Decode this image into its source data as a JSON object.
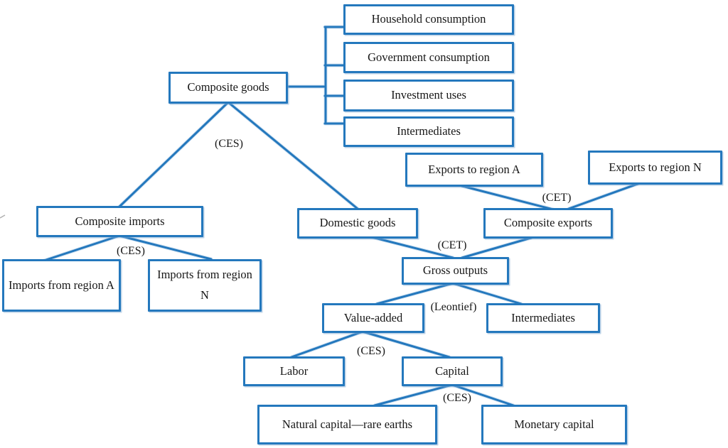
{
  "figure": {
    "type": "nesting-structure tree diagram",
    "background_color": "#ffffff",
    "accent_color": "#2478bd",
    "text_color": "#171717"
  },
  "nodes": {
    "household": {
      "label": "Household consumption"
    },
    "government": {
      "label": "Government consumption"
    },
    "investment": {
      "label": "Investment uses"
    },
    "intermediates_top": {
      "label": "Intermediates"
    },
    "composite_goods": {
      "label": "Composite goods"
    },
    "exports_a": {
      "label": "Exports to region A"
    },
    "exports_n": {
      "label": "Exports to region N"
    },
    "composite_imports": {
      "label": "Composite imports"
    },
    "domestic_goods": {
      "label": "Domestic goods"
    },
    "composite_exports": {
      "label": "Composite exports"
    },
    "gross_outputs": {
      "label": "Gross outputs"
    },
    "imports_a": {
      "label": "Imports from region A"
    },
    "imports_n": {
      "label": "Imports from region N"
    },
    "value_added": {
      "label": "Value-added"
    },
    "intermediates_bottom": {
      "label": "Intermediates"
    },
    "labor": {
      "label": "Labor"
    },
    "capital": {
      "label": "Capital"
    },
    "natural_capital": {
      "label": "Natural capital—rare earths"
    },
    "monetary_capital": {
      "label": "Monetary capital"
    }
  },
  "elasticity_labels": {
    "ces_composite_goods": "(CES)",
    "ces_composite_imports": "(CES)",
    "cet_composite_exports": "(CET)",
    "cet_gross_outputs": "(CET)",
    "leontief_gross_outputs": "(Leontief)",
    "ces_value_added": "(CES)",
    "ces_capital": "(CES)"
  }
}
